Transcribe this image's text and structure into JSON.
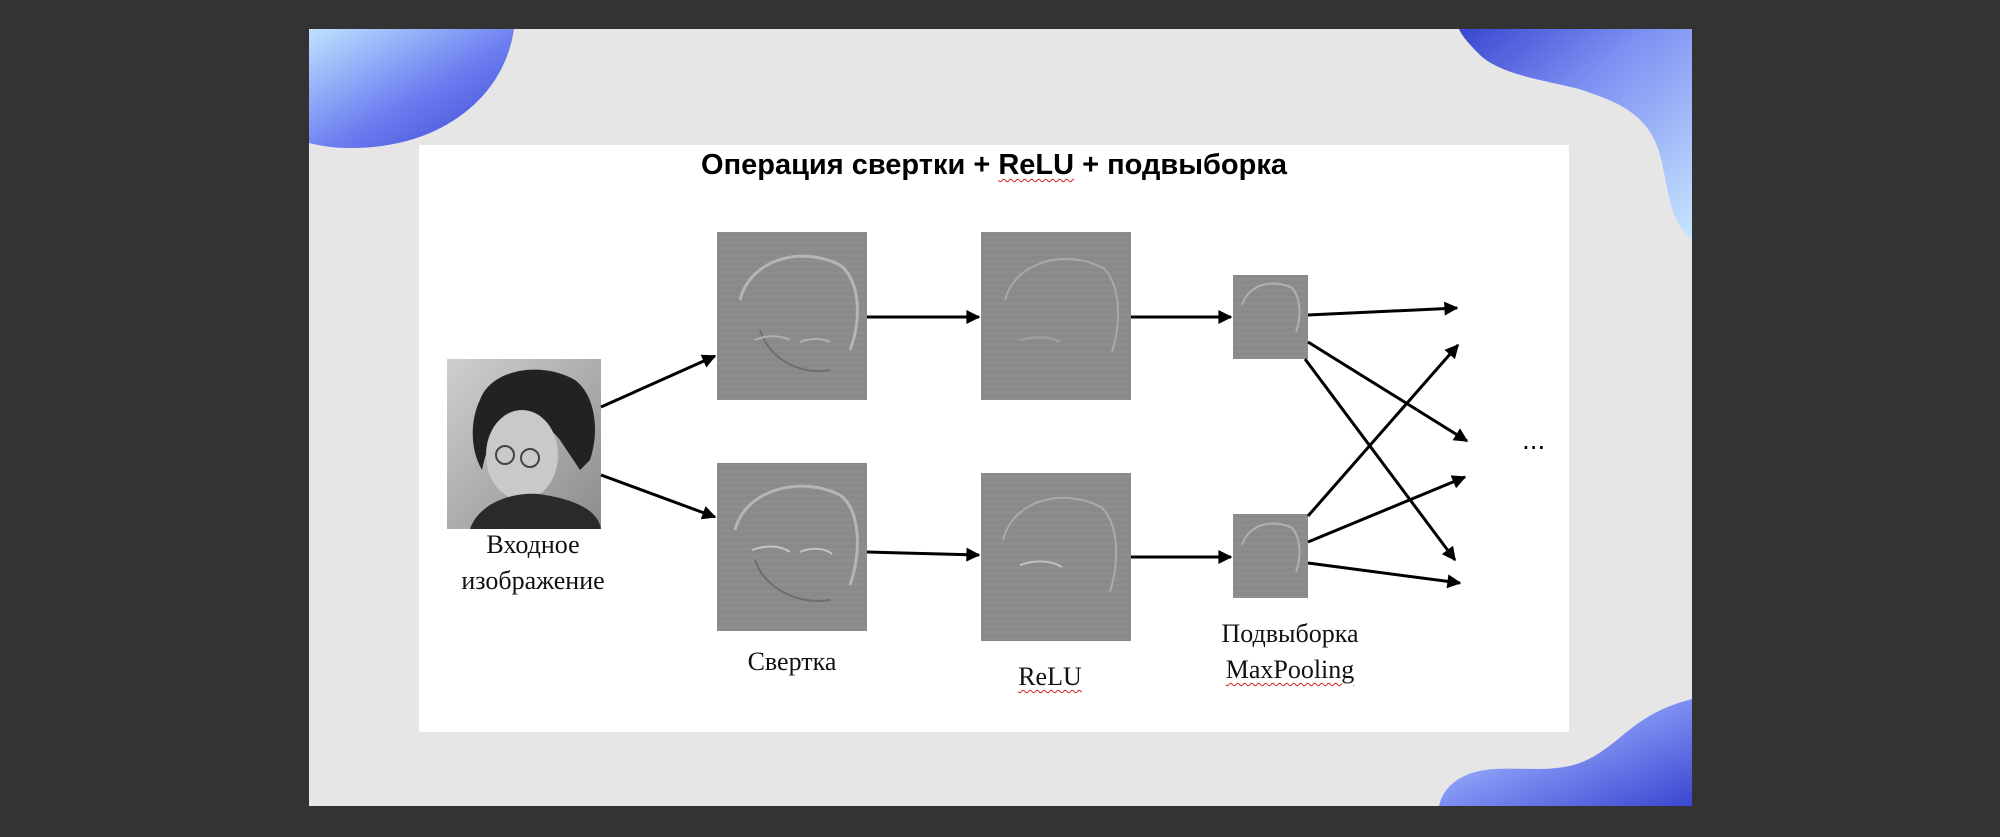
{
  "slide": {
    "title_part1": "Операция свертки + ",
    "title_relu": "ReLU",
    "title_part2": " + подвыборка",
    "labels": {
      "input_line1": "Входное",
      "input_line2": "изображение",
      "conv": "Свертка",
      "relu": "ReLU",
      "pool_line1": "Подвыборка",
      "pool_line2": "MaxPooling"
    },
    "ellipsis": "...",
    "stages": [
      "input-image",
      "convolution",
      "relu",
      "subsampling"
    ],
    "colors": {
      "background": "#333333",
      "slide": "#e6e6e6",
      "panel": "#ffffff",
      "blob_dark": "#3f4fd6",
      "blob_light": "#bfe2ff",
      "feature_map": "#8a8a8a"
    }
  }
}
